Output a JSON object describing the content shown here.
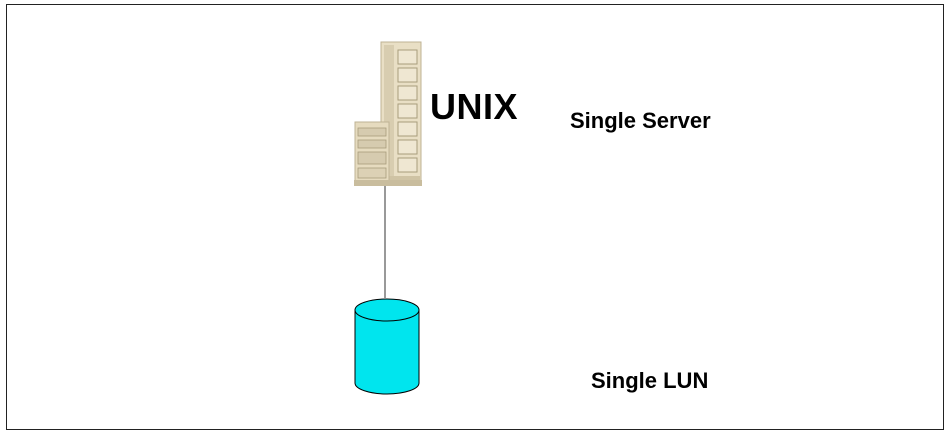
{
  "server": {
    "name": "UNIX",
    "caption": "Single Server",
    "icon": "unix-server-tower-icon",
    "body_color": "#e8dcc0"
  },
  "storage": {
    "caption": "Single LUN",
    "icon": "disk-cylinder-icon",
    "fill_color": "#00e5ee"
  }
}
